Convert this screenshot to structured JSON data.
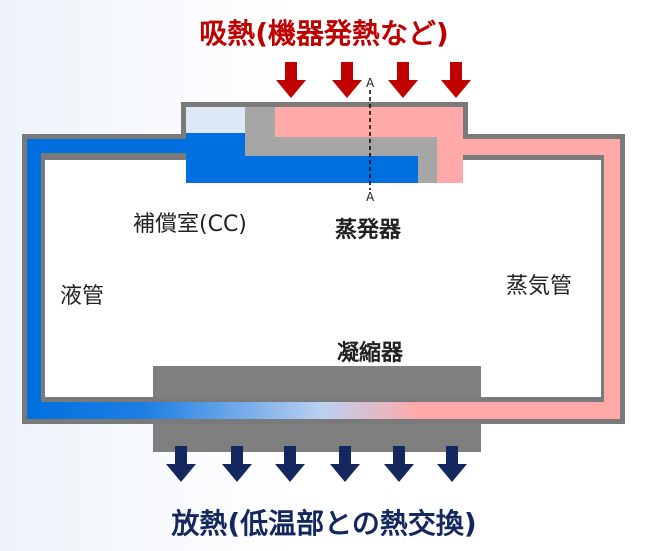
{
  "heat_in_title": "吸熱(機器発熱など)",
  "heat_out_title": "放熱(低温部との熱交換)",
  "labels": {
    "compensation_chamber": "補償室(CC)",
    "evaporator": "蒸発器",
    "liquid_line": "液管",
    "vapor_line": "蒸気管",
    "condenser": "凝縮器",
    "section_mark_top": "A",
    "section_mark_bottom": "A"
  },
  "colors": {
    "liquid": "#0070e0",
    "vapor": "#ffa9a9",
    "wick": "#a6a6a6",
    "wall": "#7a7a7a",
    "heat_in_arrow": "#c00000",
    "heat_out_arrow": "#14285f"
  }
}
